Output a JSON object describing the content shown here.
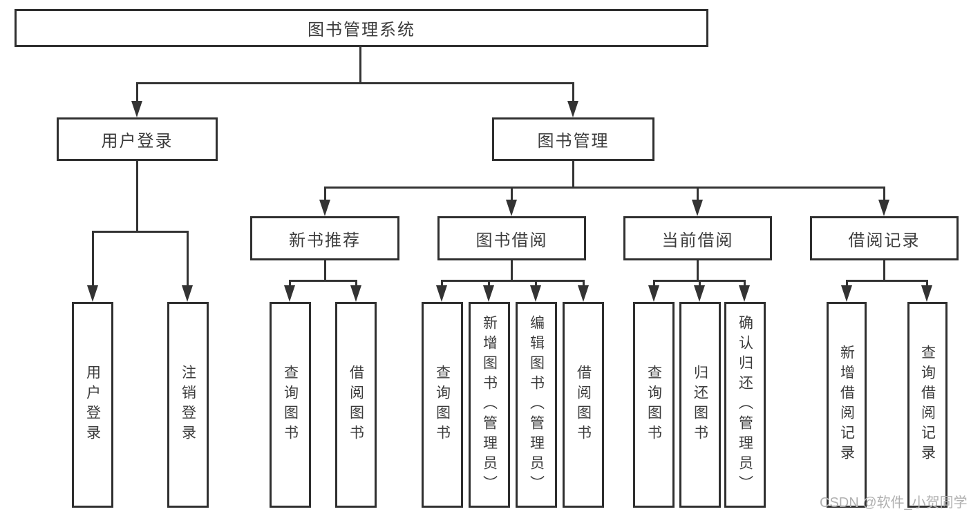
{
  "diagram": {
    "type": "hierarchy-tree",
    "title": "图书管理系统",
    "watermark": "CSDN @软件_小贺同学",
    "colors": {
      "line": "#333333",
      "box_border": "#2f2f2f",
      "text": "#3c3c3c",
      "watermark": "#b0b0b0",
      "background": "#ffffff"
    },
    "nodes": {
      "root": "图书管理系统",
      "user_login": "用户登录",
      "book_management": "图书管理",
      "new_book_recommend": "新书推荐",
      "book_borrow": "图书借阅",
      "current_borrow": "当前借阅",
      "borrow_record": "借阅记录",
      "leaf_user_login": "用户登录",
      "leaf_logout": "注销登录",
      "leaf_nb_query_book": "查询图书",
      "leaf_nb_borrow_book": "借阅图书",
      "leaf_bb_query_book": "查询图书",
      "leaf_bb_add_book": "新增图书（管理员）",
      "leaf_bb_edit_book": "编辑图书（管理员）",
      "leaf_bb_borrow_book": "借阅图书",
      "leaf_cb_query_book": "查询图书",
      "leaf_cb_return_book": "归还图书",
      "leaf_cb_confirm_return": "确认归还（管理员）",
      "leaf_br_add_record": "新增借阅记录",
      "leaf_br_query_record": "查询借阅记录"
    },
    "tree": {
      "label": "图书管理系统",
      "children": [
        {
          "label": "用户登录",
          "children": [
            "用户登录",
            "注销登录"
          ]
        },
        {
          "label": "图书管理",
          "children": [
            {
              "label": "新书推荐",
              "children": [
                "查询图书",
                "借阅图书"
              ]
            },
            {
              "label": "图书借阅",
              "children": [
                "查询图书",
                "新增图书（管理员）",
                "编辑图书（管理员）",
                "借阅图书"
              ]
            },
            {
              "label": "当前借阅",
              "children": [
                "查询图书",
                "归还图书",
                "确认归还（管理员）"
              ]
            },
            {
              "label": "借阅记录",
              "children": [
                "新增借阅记录",
                "查询借阅记录"
              ]
            }
          ]
        }
      ]
    }
  }
}
